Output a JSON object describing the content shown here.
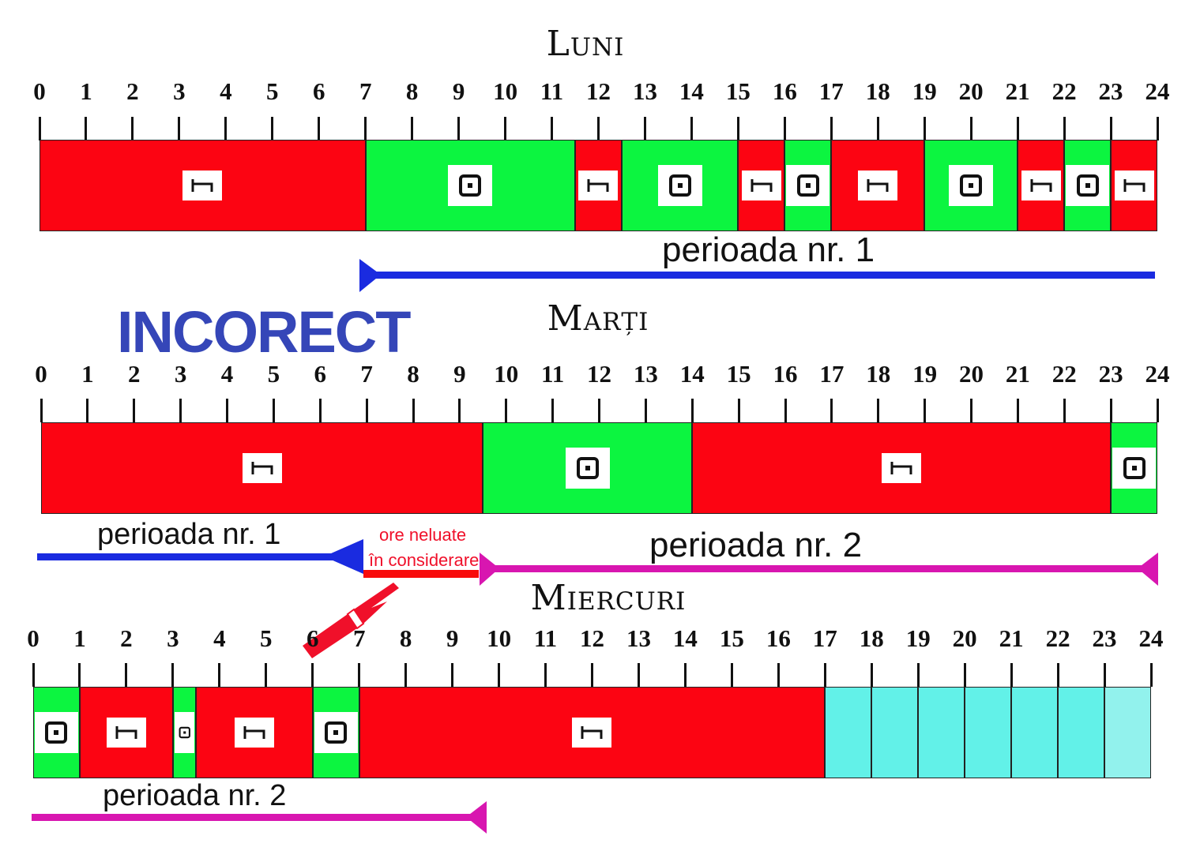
{
  "label_incorrect": "INCORECT",
  "colors": {
    "rest": "#fc0412",
    "availability": "#0cf540",
    "free": "#62f1e8",
    "period1": "#1a2be0",
    "period2": "#d816b0",
    "note": "#f0102a"
  },
  "days": [
    {
      "name": "Luni",
      "hours": [
        "0",
        "1",
        "2",
        "3",
        "4",
        "5",
        "6",
        "7",
        "8",
        "9",
        "10",
        "11",
        "12",
        "13",
        "14",
        "15",
        "16",
        "17",
        "18",
        "19",
        "20",
        "21",
        "22",
        "23",
        "24"
      ],
      "segments": [
        {
          "start": 0,
          "end": 7,
          "type": "rest",
          "icon": "bed-icon"
        },
        {
          "start": 7,
          "end": 11.5,
          "type": "avail",
          "icon": "availability-icon"
        },
        {
          "start": 11.5,
          "end": 12.5,
          "type": "rest",
          "icon": "bed-icon"
        },
        {
          "start": 12.5,
          "end": 15,
          "type": "avail",
          "icon": "availability-icon"
        },
        {
          "start": 15,
          "end": 16,
          "type": "rest",
          "icon": "bed-icon"
        },
        {
          "start": 16,
          "end": 17,
          "type": "avail",
          "icon": "availability-icon"
        },
        {
          "start": 17,
          "end": 19,
          "type": "rest",
          "icon": "bed-icon"
        },
        {
          "start": 19,
          "end": 21,
          "type": "avail",
          "icon": "availability-icon"
        },
        {
          "start": 21,
          "end": 22,
          "type": "rest",
          "icon": "bed-icon"
        },
        {
          "start": 22,
          "end": 23,
          "type": "avail",
          "icon": "availability-icon"
        },
        {
          "start": 23,
          "end": 24,
          "type": "rest",
          "icon": "bed-icon"
        }
      ]
    },
    {
      "name": "Marți",
      "hours": [
        "0",
        "1",
        "2",
        "3",
        "4",
        "5",
        "6",
        "7",
        "8",
        "9",
        "10",
        "11",
        "12",
        "13",
        "14",
        "15",
        "16",
        "17",
        "18",
        "19",
        "20",
        "21",
        "22",
        "23",
        "24"
      ],
      "segments": [
        {
          "start": 0,
          "end": 9.5,
          "type": "rest",
          "icon": "bed-icon"
        },
        {
          "start": 9.5,
          "end": 14,
          "type": "avail",
          "icon": "availability-icon"
        },
        {
          "start": 14,
          "end": 23,
          "type": "rest",
          "icon": "bed-icon"
        },
        {
          "start": 23,
          "end": 24,
          "type": "avail",
          "icon": "availability-icon"
        }
      ]
    },
    {
      "name": "Miercuri",
      "hours": [
        "0",
        "1",
        "2",
        "3",
        "4",
        "5",
        "6",
        "7",
        "8",
        "9",
        "10",
        "11",
        "12",
        "13",
        "14",
        "15",
        "16",
        "17",
        "18",
        "19",
        "20",
        "21",
        "22",
        "23",
        "24"
      ],
      "segments": [
        {
          "start": 0,
          "end": 1,
          "type": "avail",
          "icon": "availability-icon"
        },
        {
          "start": 1,
          "end": 3,
          "type": "rest",
          "icon": "bed-icon"
        },
        {
          "start": 3,
          "end": 3.5,
          "type": "avail",
          "icon": "availability-icon"
        },
        {
          "start": 3.5,
          "end": 6,
          "type": "rest",
          "icon": "bed-icon"
        },
        {
          "start": 6,
          "end": 7,
          "type": "avail",
          "icon": "availability-icon"
        },
        {
          "start": 7,
          "end": 17,
          "type": "rest",
          "icon": "bed-icon"
        },
        {
          "start": 17,
          "end": 18,
          "type": "free"
        },
        {
          "start": 18,
          "end": 19,
          "type": "free"
        },
        {
          "start": 19,
          "end": 20,
          "type": "free"
        },
        {
          "start": 20,
          "end": 21,
          "type": "free"
        },
        {
          "start": 21,
          "end": 22,
          "type": "free"
        },
        {
          "start": 22,
          "end": 23,
          "type": "free"
        },
        {
          "start": 23,
          "end": 24,
          "type": "free light"
        }
      ]
    }
  ],
  "periods": {
    "luni_p1": "perioada nr. 1",
    "marti_p1": "perioada nr. 1",
    "marti_p2": "perioada nr. 2",
    "miercuri_p2": "perioada nr. 2"
  },
  "note": {
    "line1": "ore neluate",
    "line2": "în considerare"
  }
}
